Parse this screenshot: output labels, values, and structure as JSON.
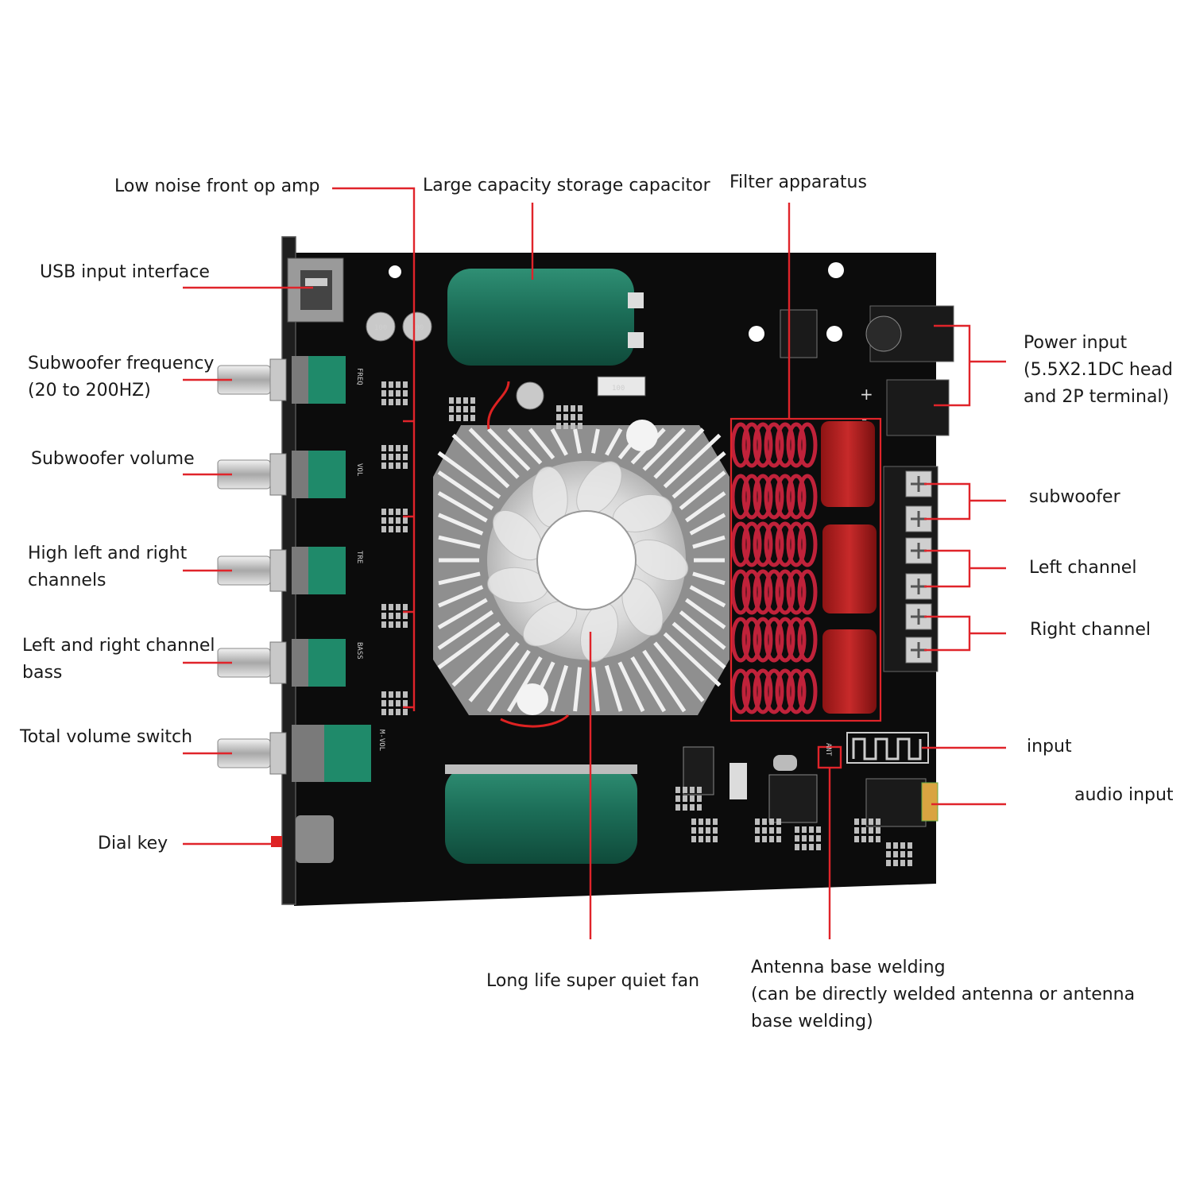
{
  "accent_color": "#e0242a",
  "board_color": "#0c0c0c",
  "labels": {
    "op_amp": "Low noise front op amp",
    "capacitor": "Large capacity storage capacitor",
    "filter": "Filter apparatus",
    "usb": "USB input interface",
    "sub_freq": [
      "Subwoofer frequency",
      "(20 to 200HZ)"
    ],
    "sub_vol": "Subwoofer volume",
    "treble": [
      "High left and right",
      "channels"
    ],
    "bass": [
      "Left and right channel",
      "bass"
    ],
    "total_vol": "Total volume switch",
    "dial": "Dial key",
    "power": [
      "Power input",
      "(5.5X2.1DC head",
      "and 2P terminal)"
    ],
    "subwoofer_out": "subwoofer",
    "left_out": "Left channel",
    "right_out": "Right channel",
    "bt_input": "input",
    "audio_input": "audio input",
    "fan": "Long life super quiet fan",
    "antenna": [
      "Antenna base welding",
      "(can be directly welded antenna or antenna",
      "base welding)"
    ]
  },
  "silkscreen": {
    "freq": "FREQ",
    "vol": "VOL",
    "tre": "TRE",
    "bass": "BASS",
    "mvol": "M-VOL",
    "ant": "ANT",
    "res": "100"
  }
}
